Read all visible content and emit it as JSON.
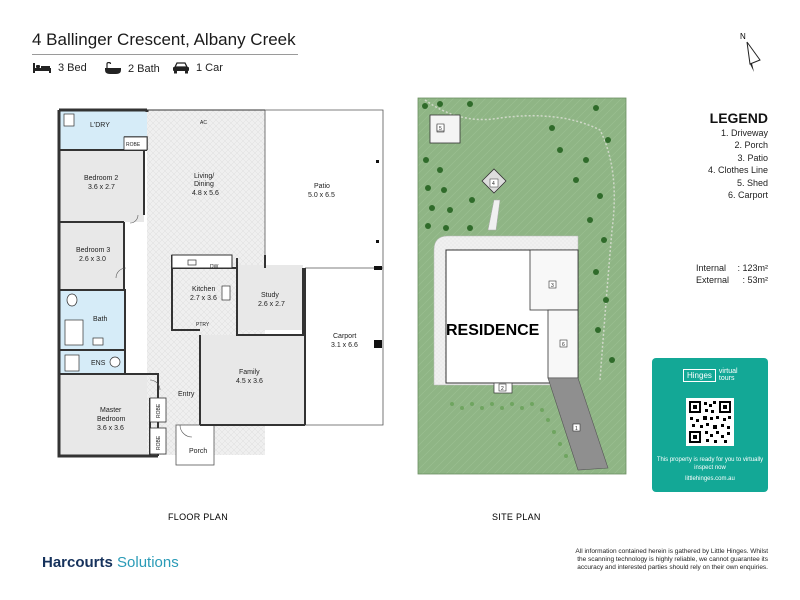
{
  "header": {
    "address": "4 Ballinger Crescent, Albany Creek",
    "beds": "3 Bed",
    "baths": "2 Bath",
    "cars": "1 Car"
  },
  "compass": {
    "label": "N"
  },
  "floor_plan": {
    "caption": "FLOOR PLAN",
    "rooms": {
      "laundry": "L'DRY",
      "robe_top": "ROBE",
      "ac": "AC",
      "bed2_name": "Bedroom 2",
      "bed2_size": "3.6 x 2.7",
      "living_name": "Living/",
      "living_name2": "Dining",
      "living_size": "4.8 x 5.6",
      "patio_name": "Patio",
      "patio_size": "5.0 x 6.5",
      "bed3_name": "Bedroom 3",
      "bed3_size": "2.6 x 3.0",
      "dw": "DW",
      "kitchen_name": "Kitchen",
      "kitchen_size": "2.7 x 3.6",
      "study_name": "Study",
      "study_size": "2.6 x 2.7",
      "bath": "Bath",
      "pty": "PTRY",
      "carport_name": "Carport",
      "carport_size": "3.1 x 6.6",
      "ens": "ENS",
      "family_name": "Family",
      "family_size": "4.5 x 3.6",
      "master_name": "Master",
      "master_name2": "Bedroom",
      "master_size": "3.6 x 3.6",
      "robe_mid": "ROBE",
      "entry": "Entry",
      "robe_low": "ROBE",
      "porch": "Porch"
    }
  },
  "site_plan": {
    "caption": "SITE PLAN",
    "residence": "RESIDENCE",
    "markers": [
      "1",
      "2",
      "3",
      "4",
      "5",
      "6"
    ]
  },
  "legend": {
    "title": "LEGEND",
    "items": [
      "1. Driveway",
      "2. Porch",
      "3. Patio",
      "4. Clothes Line",
      "5. Shed",
      "6. Carport"
    ]
  },
  "areas": {
    "internal_label": "Internal",
    "internal_value": ": 123m²",
    "external_label": "External",
    "external_value": ":  53m²"
  },
  "virtual_tour": {
    "brand": "Hinges",
    "brand_suffix_1": "virtual",
    "brand_suffix_2": "tours",
    "message": "This property is ready for you to virtually inspect now",
    "url": "littlehinges.com.au",
    "color": "#13a896"
  },
  "footer": {
    "brand_bold": "Harcourts",
    "brand_light": "Solutions",
    "disclaimer": "All information contained herein is gathered by Little Hinges. Whilst the scanning technology is highly reliable, we cannot guarantee its accuracy and interested parties should rely on their own enquiries."
  },
  "icons": [
    "bed-icon",
    "bath-icon",
    "car-icon",
    "north-arrow-icon",
    "qr-code-icon"
  ]
}
